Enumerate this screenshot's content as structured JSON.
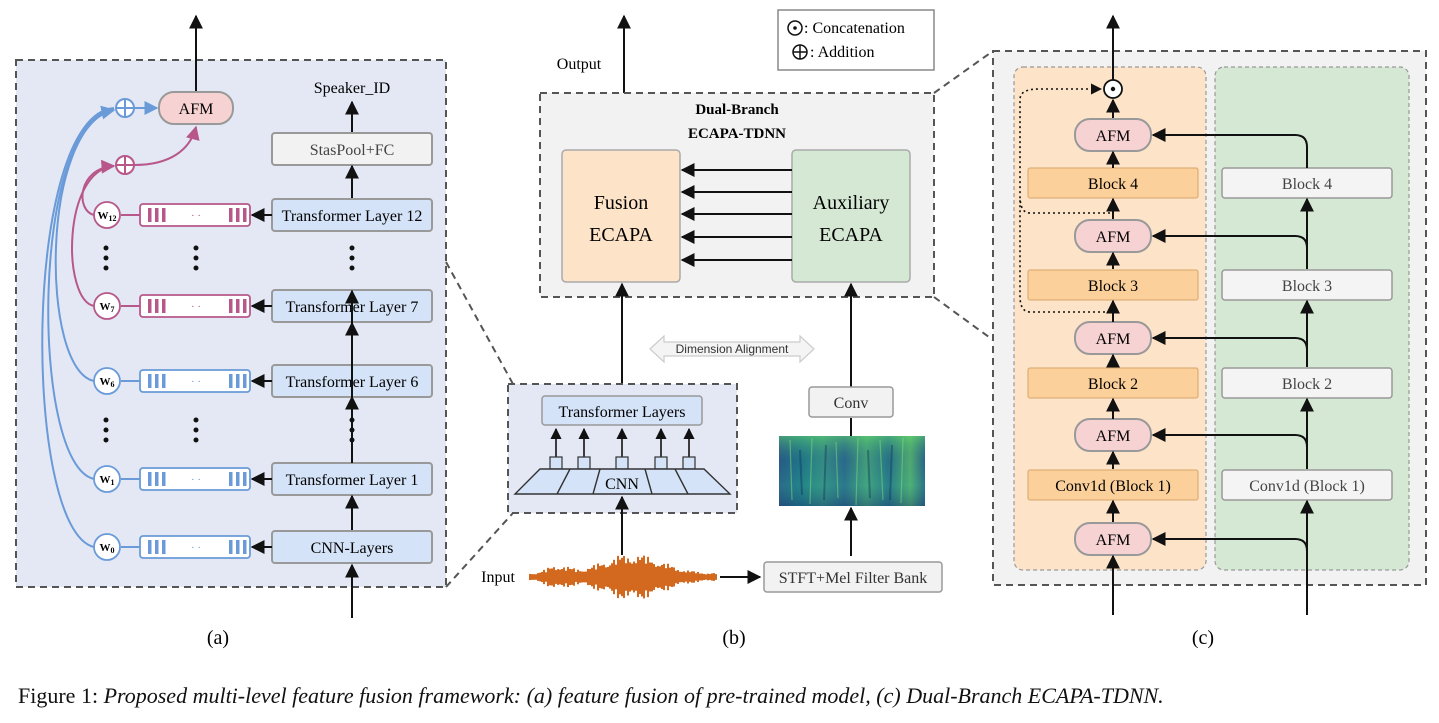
{
  "legend": {
    "concat_label": ": Concatenation",
    "add_label": ": Addition"
  },
  "panel_a": {
    "label": "(a)",
    "afm": "AFM",
    "speaker_id": "Speaker_ID",
    "stats_pool": "StasPool+FC",
    "layers": [
      "Transformer Layer 12",
      "Transformer Layer 7",
      "Transformer Layer 6",
      "Transformer Layer 1",
      "CNN-Layers"
    ],
    "weights": [
      "W12",
      "W7",
      "W6",
      "W1",
      "W0"
    ],
    "weight_main": [
      "W",
      "W",
      "W",
      "W",
      "W"
    ],
    "weight_sub": [
      "12",
      "7",
      "6",
      "1",
      "0"
    ],
    "dots": "· ·",
    "vdots": ":"
  },
  "panel_b": {
    "label": "(b)",
    "output": "Output",
    "title_line1": "Dual-Branch",
    "title_line2": "ECAPA-TDNN",
    "fusion_line1": "Fusion",
    "fusion_line2": "ECAPA",
    "aux_line1": "Auxiliary",
    "aux_line2": "ECAPA",
    "dim_align": "Dimension Alignment",
    "transformer_layers": "Transformer Layers",
    "cnn": "CNN",
    "conv": "Conv",
    "input": "Input",
    "stft": "STFT+Mel Filter Bank"
  },
  "panel_c": {
    "label": "(c)",
    "afm": "AFM",
    "left_blocks": [
      "Block 4",
      "Block 3",
      "Block 2",
      "Conv1d  (Block 1)"
    ],
    "right_blocks": [
      "Block 4",
      "Block 3",
      "Block 2",
      "Conv1d (Block 1)"
    ]
  },
  "caption": {
    "prefix": "Figure 1: ",
    "text": "Proposed multi-level feature fusion framework: (a) feature fusion of pre-trained model, (c) Dual-Branch ECAPA-TDNN."
  },
  "colors": {
    "panel_a_bg": "#e3e8f4",
    "panel_grey_bg": "#f2f2f2",
    "blue_box": "#d4e3f7",
    "afm_pink": "#f7d2d3",
    "fusion_orange": "#fde3c8",
    "aux_green": "#d5e8d4",
    "block_orange": "#fcd09a",
    "curve_blue": "#6a9bd8",
    "curve_pink": "#b8588a"
  }
}
